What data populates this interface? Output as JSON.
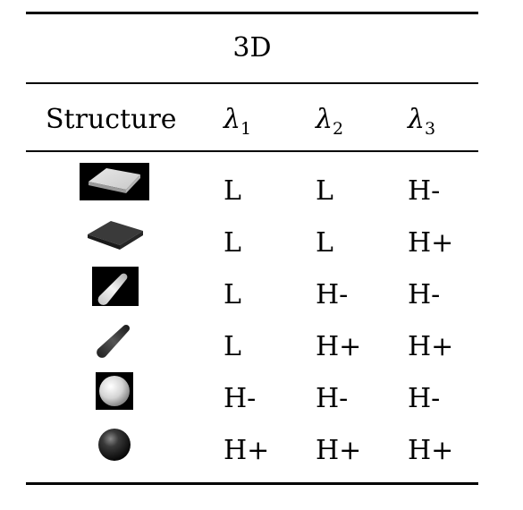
{
  "table": {
    "title": "3D",
    "headers": {
      "structure": "Structure",
      "lambda1": {
        "symbol": "λ",
        "sub": "1"
      },
      "lambda2": {
        "symbol": "λ",
        "sub": "2"
      },
      "lambda3": {
        "symbol": "λ",
        "sub": "3"
      }
    },
    "rows": [
      {
        "structure_icon": "bright-plate-icon",
        "l1": "L",
        "l2": "L",
        "l3": "H-"
      },
      {
        "structure_icon": "dark-plate-icon",
        "l1": "L",
        "l2": "L",
        "l3": "H+"
      },
      {
        "structure_icon": "bright-tube-icon",
        "l1": "L",
        "l2": "H-",
        "l3": "H-"
      },
      {
        "structure_icon": "dark-tube-icon",
        "l1": "L",
        "l2": "H+",
        "l3": "H+"
      },
      {
        "structure_icon": "bright-blob-icon",
        "l1": "H-",
        "l2": "H-",
        "l3": "H-"
      },
      {
        "structure_icon": "dark-blob-icon",
        "l1": "H+",
        "l2": "H+",
        "l3": "H+"
      }
    ]
  }
}
